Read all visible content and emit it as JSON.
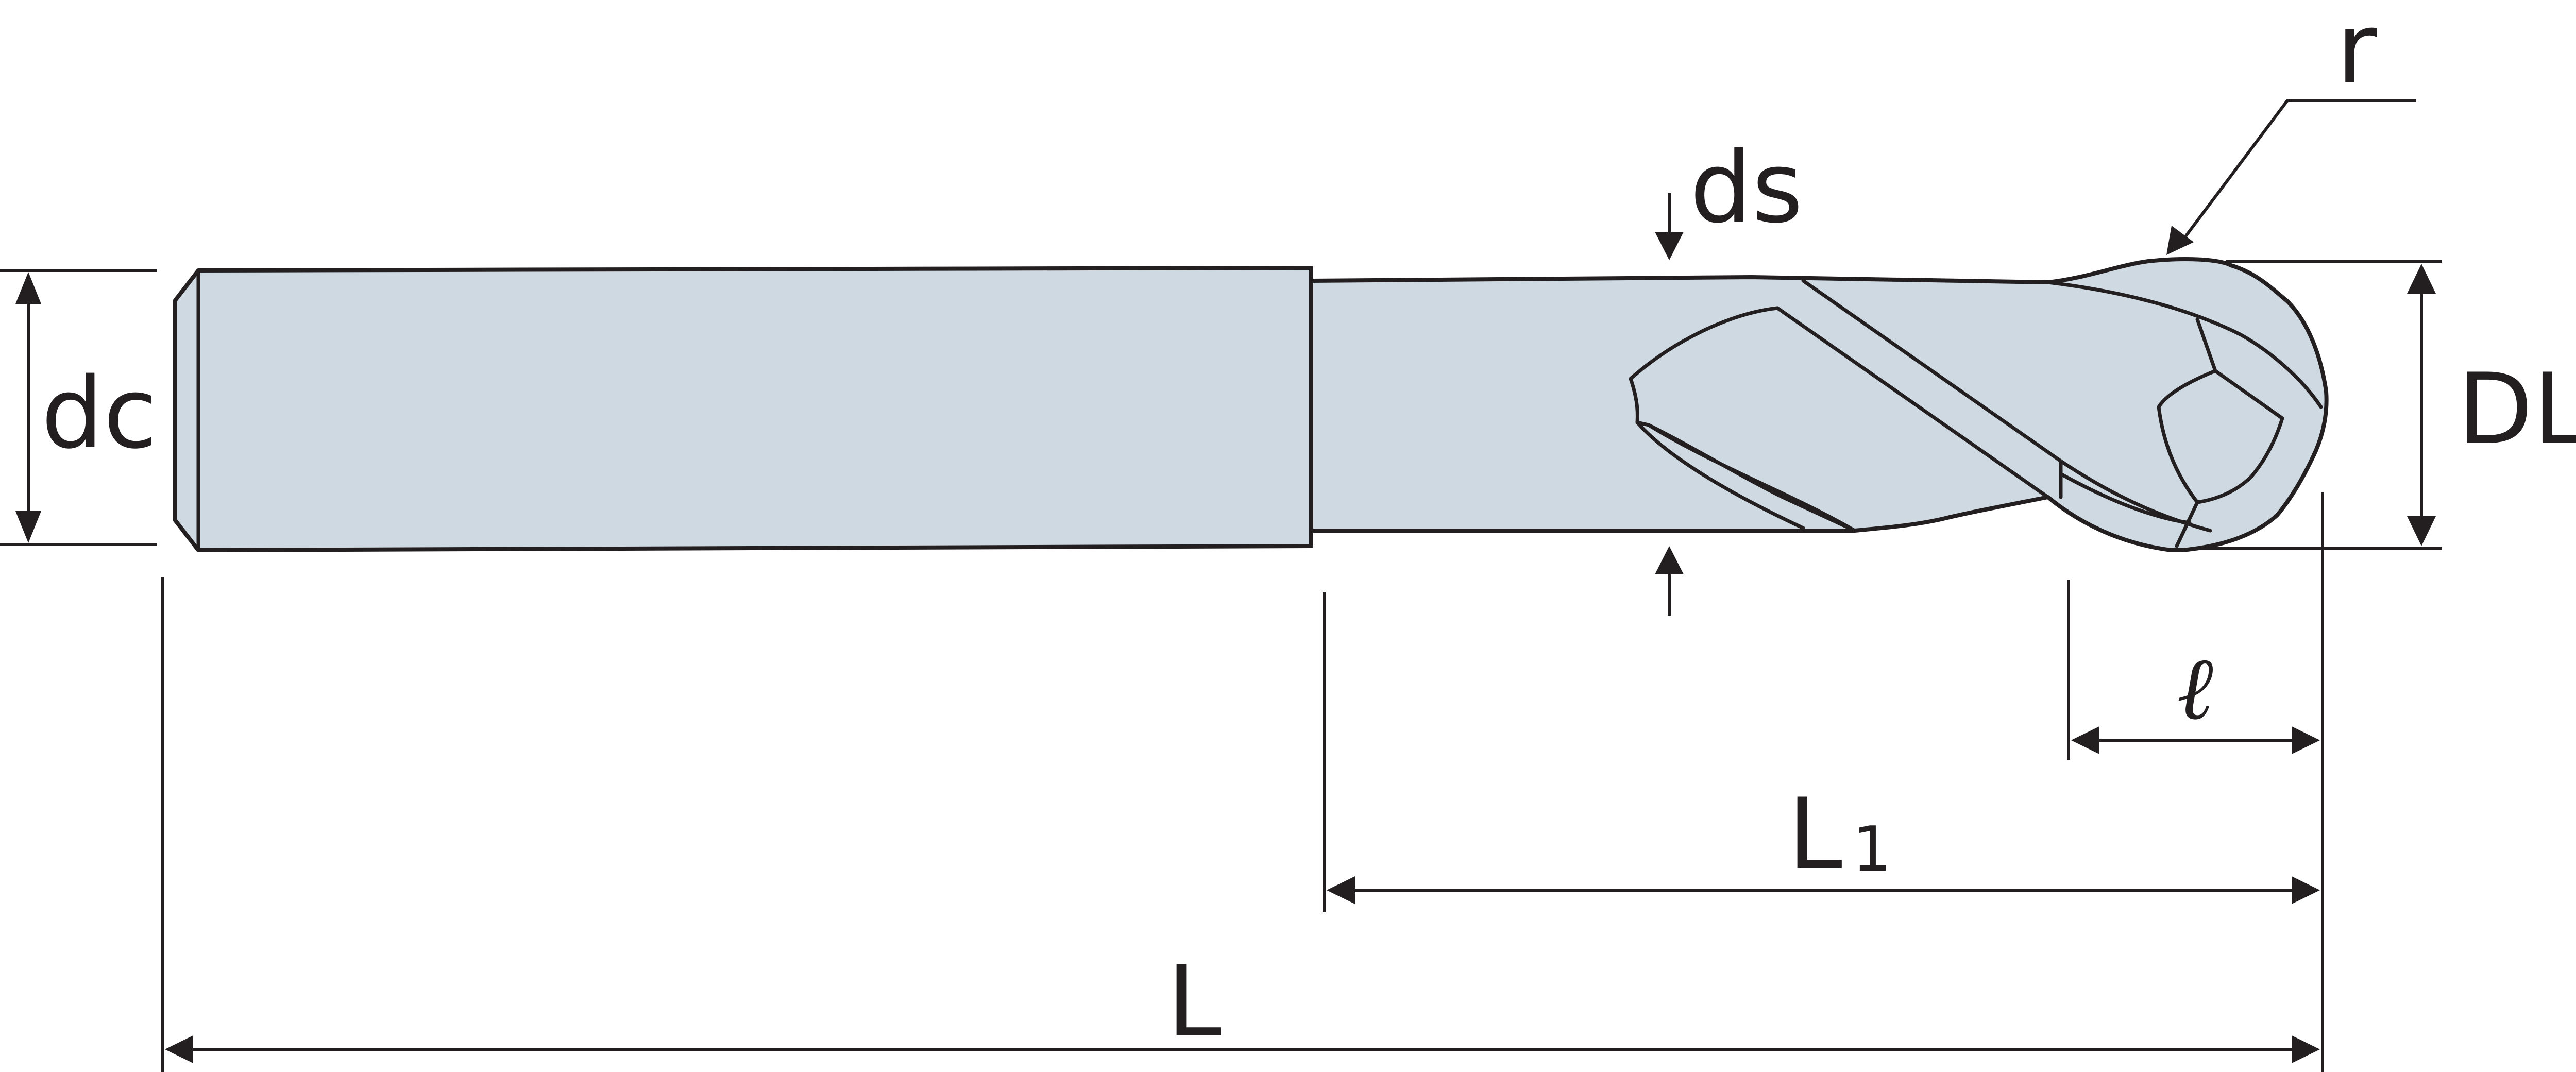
{
  "labels": {
    "dc": "dc",
    "ds": "ds",
    "r": "r",
    "DL": "DL",
    "l": "ℓ",
    "L1_main": "L",
    "L1_sub": "1",
    "L": "L"
  },
  "colors": {
    "body_fill": "#cfd9e1",
    "line": "#231f20",
    "background": "#ffffff"
  }
}
